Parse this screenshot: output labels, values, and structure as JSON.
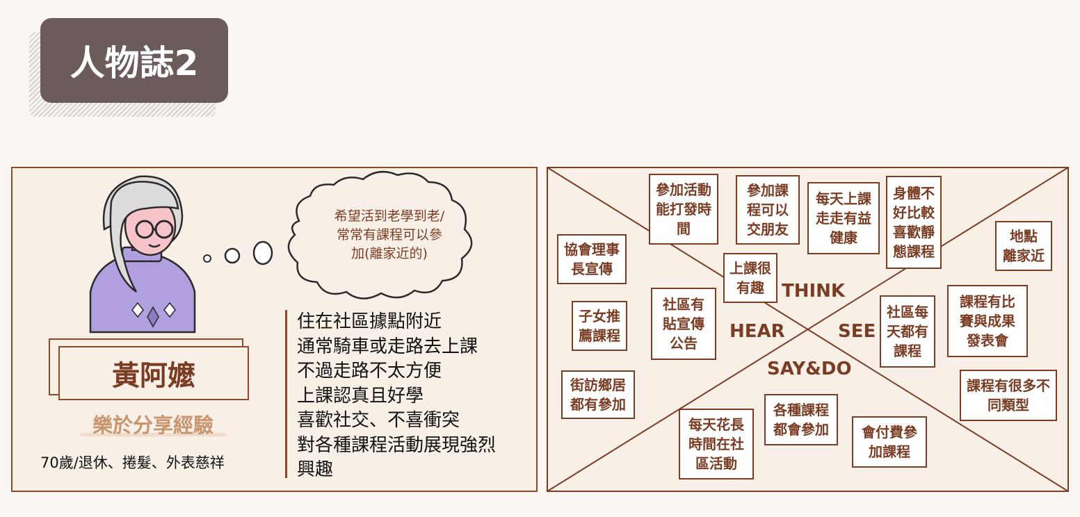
{
  "page_title": "人物誌2",
  "persona": {
    "name": "黃阿嬤",
    "tagline": "樂於分享經驗",
    "description": "70歲/退休、捲髮、外表慈祥",
    "thought": "希望活到老學到老/\n常常有課程可以參\n加(離家近的)",
    "traits": [
      "住在社區據點附近",
      "通常騎車或走路去上課",
      "不過走路不太方便",
      "上課認真且好學",
      "喜歡社交、不喜衝突",
      "對各種課程活動展現強烈",
      "興趣"
    ]
  },
  "empathy_map": {
    "labels": {
      "think": "THINK",
      "hear": "HEAR",
      "see": "SEE",
      "saydo": "SAY&DO"
    },
    "notes": [
      "參加活動\n能打發時\n間",
      "參加課\n程可以\n交朋友",
      "每天上課\n走走有益\n健康",
      "身體不\n好比較\n喜歡靜\n態課程",
      "地點\n離家近",
      "協會理事\n長宣傳",
      "上課很\n有趣",
      "社區有\n貼宣傳\n公告",
      "子女推\n薦課程",
      "社區每\n天都有\n課程",
      "課程有比\n賽與成果\n發表會",
      "街訪鄉居\n都有參加",
      "課程有很多不\n同類型",
      "各種課程\n都會參加",
      "每天花長\n時間在社\n區活動",
      "會付費參\n加課程"
    ]
  },
  "colors": {
    "accent": "#7a3d24",
    "title_bg": "#6b5b5a",
    "tagline": "#c8956e",
    "panel_bg": "#f8efe6"
  }
}
